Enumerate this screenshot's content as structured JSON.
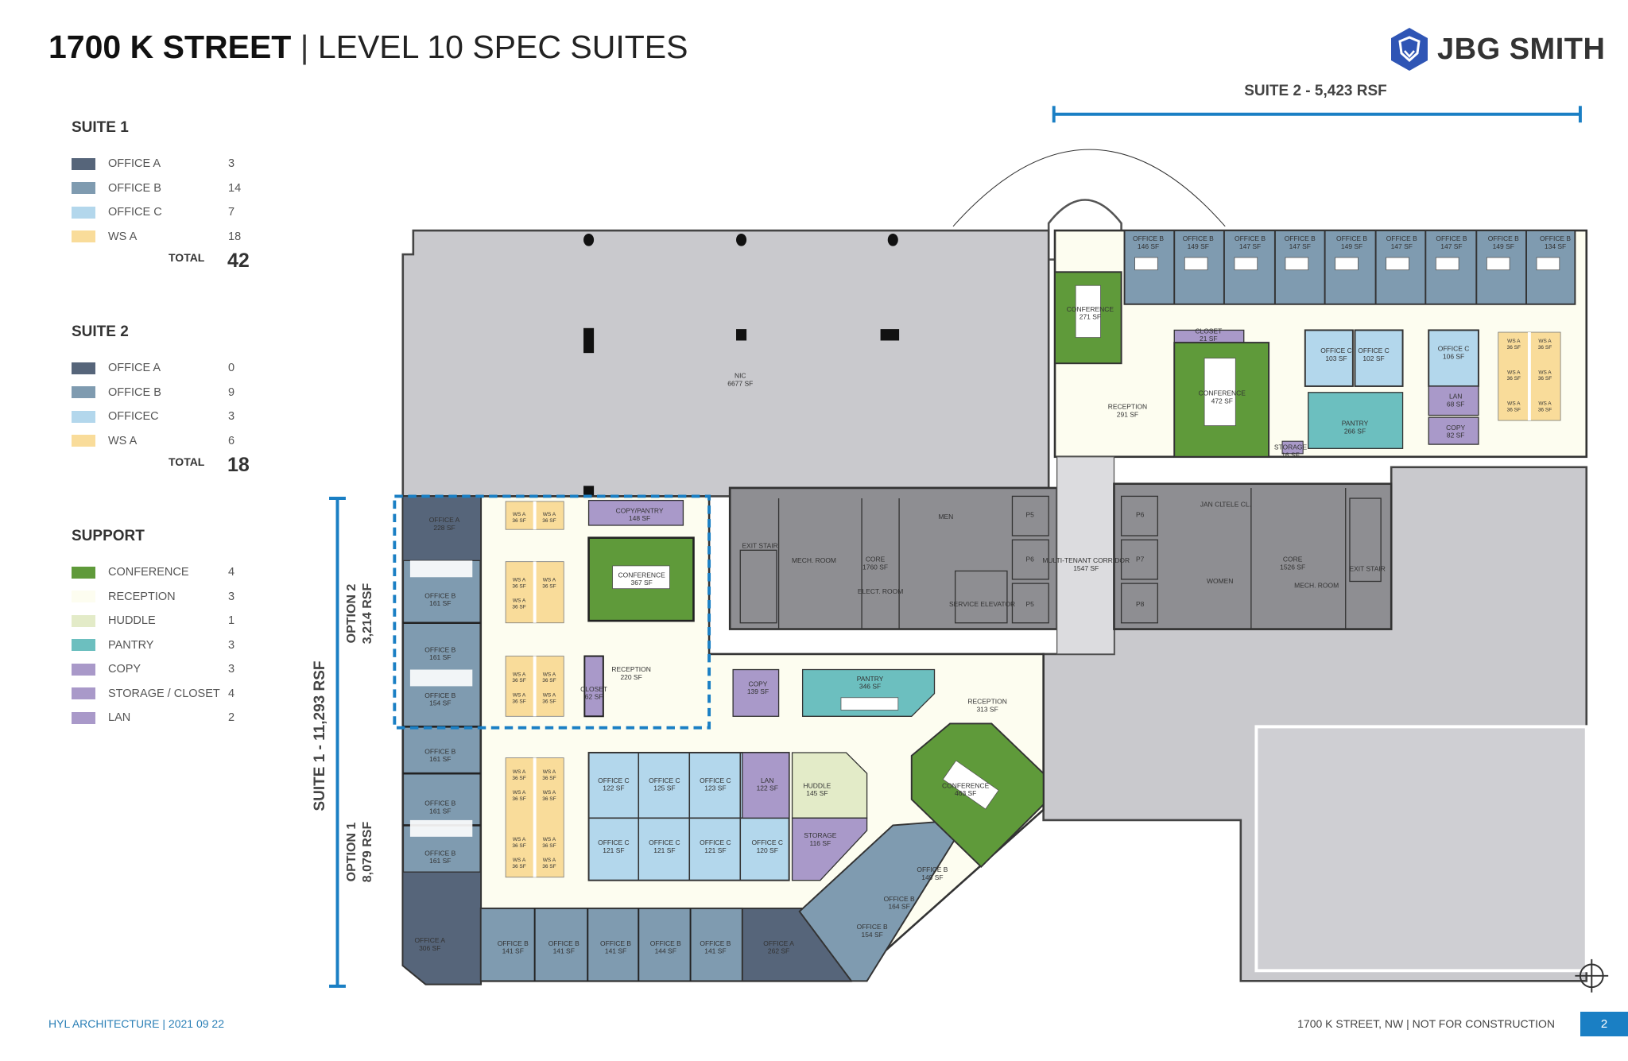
{
  "header": {
    "title_bold": "1700 K STREET",
    "separator": "|",
    "title_light": "LEVEL 10 SPEC SUITES"
  },
  "logo": {
    "text": "JBG SMITH",
    "color": "#2f55b5"
  },
  "dimensions": {
    "suite2": "SUITE 2 - 5,423 RSF",
    "suite1": "SUITE 1 - 11,293 RSF",
    "option2_title": "OPTION 2",
    "option2_area": "3,214 RSF",
    "option1_title": "OPTION 1",
    "option1_area": "8,079 RSF"
  },
  "legend": {
    "suite1": {
      "title": "SUITE 1",
      "items": [
        {
          "label": "OFFICE A",
          "value": "3",
          "color": "#56657a"
        },
        {
          "label": "OFFICE B",
          "value": "14",
          "color": "#7f9bb0"
        },
        {
          "label": "OFFICE C",
          "value": "7",
          "color": "#b3d7ec"
        },
        {
          "label": "WS A",
          "value": "18",
          "color": "#f9dc9a"
        }
      ],
      "total_label": "TOTAL",
      "total": "42"
    },
    "suite2": {
      "title": "SUITE 2",
      "items": [
        {
          "label": "OFFICE A",
          "value": "0",
          "color": "#56657a"
        },
        {
          "label": "OFFICE B",
          "value": "9",
          "color": "#7f9bb0"
        },
        {
          "label": "OFFICEC",
          "value": "3",
          "color": "#b3d7ec"
        },
        {
          "label": "WS A",
          "value": "6",
          "color": "#f9dc9a"
        }
      ],
      "total_label": "TOTAL",
      "total": "18"
    },
    "support": {
      "title": "SUPPORT",
      "items": [
        {
          "label": "CONFERENCE",
          "value": "4",
          "color": "#5f9a3a"
        },
        {
          "label": "RECEPTION",
          "value": "3",
          "color": "#fdfdf0"
        },
        {
          "label": "HUDDLE",
          "value": "1",
          "color": "#e3ebc8"
        },
        {
          "label": "PANTRY",
          "value": "3",
          "color": "#6cbfbf"
        },
        {
          "label": "COPY",
          "value": "3",
          "color": "#a999c9"
        },
        {
          "label": "STORAGE / CLOSET",
          "value": "4",
          "color": "#a999c9"
        },
        {
          "label": "LAN",
          "value": "2",
          "color": "#a999c9"
        }
      ]
    }
  },
  "plan": {
    "rooms": [
      {
        "name": "OFFICE B",
        "area": "146 SF"
      },
      {
        "name": "OFFICE B",
        "area": "149 SF"
      },
      {
        "name": "OFFICE B",
        "area": "147 SF"
      },
      {
        "name": "OFFICE B",
        "area": "147 SF"
      },
      {
        "name": "OFFICE B",
        "area": "149 SF"
      },
      {
        "name": "OFFICE B",
        "area": "147 SF"
      },
      {
        "name": "OFFICE B",
        "area": "147 SF"
      },
      {
        "name": "OFFICE B",
        "area": "149 SF"
      },
      {
        "name": "OFFICE B",
        "area": "134 SF"
      },
      {
        "name": "CONFERENCE",
        "area": "271 SF"
      },
      {
        "name": "CLOSET",
        "area": "21 SF"
      },
      {
        "name": "CONFERENCE",
        "area": "472 SF"
      },
      {
        "name": "OFFICE C",
        "area": "103 SF"
      },
      {
        "name": "OFFICE C",
        "area": "102 SF"
      },
      {
        "name": "OFFICE C",
        "area": "106 SF"
      },
      {
        "name": "PANTRY",
        "area": "266 SF"
      },
      {
        "name": "LAN",
        "area": "68 SF"
      },
      {
        "name": "COPY",
        "area": "82 SF"
      },
      {
        "name": "RECEPTION",
        "area": "291 SF"
      },
      {
        "name": "STORAGE",
        "area": "16 SF"
      },
      {
        "name": "NIC",
        "area": "6677 SF"
      },
      {
        "name": "EXIT STAIR",
        "area": ""
      },
      {
        "name": "MECH. ROOM",
        "area": ""
      },
      {
        "name": "CORE",
        "area": "1760 SF"
      },
      {
        "name": "ELECT. ROOM",
        "area": ""
      },
      {
        "name": "MEN",
        "area": ""
      },
      {
        "name": "SERVICE ELEVATOR",
        "area": ""
      },
      {
        "name": "P5",
        "area": ""
      },
      {
        "name": "P6",
        "area": ""
      },
      {
        "name": "P5",
        "area": ""
      },
      {
        "name": "MULTI-TENANT CORRIDOR",
        "area": "1547 SF"
      },
      {
        "name": "P6",
        "area": ""
      },
      {
        "name": "P7",
        "area": ""
      },
      {
        "name": "P8",
        "area": ""
      },
      {
        "name": "JAN CL.",
        "area": ""
      },
      {
        "name": "TELE CL.",
        "area": ""
      },
      {
        "name": "WOMEN",
        "area": ""
      },
      {
        "name": "CORE",
        "area": "1526 SF"
      },
      {
        "name": "MECH. ROOM",
        "area": ""
      },
      {
        "name": "EXIT STAIR",
        "area": ""
      },
      {
        "name": "OFFICE A",
        "area": "228 SF"
      },
      {
        "name": "OFFICE B",
        "area": "161 SF"
      },
      {
        "name": "OFFICE B",
        "area": "161 SF"
      },
      {
        "name": "OFFICE B",
        "area": "154 SF"
      },
      {
        "name": "OFFICE B",
        "area": "161 SF"
      },
      {
        "name": "OFFICE B",
        "area": "161 SF"
      },
      {
        "name": "OFFICE B",
        "area": "161 SF"
      },
      {
        "name": "OFFICE A",
        "area": "306 SF"
      },
      {
        "name": "COPY/PANTRY",
        "area": "148 SF"
      },
      {
        "name": "CONFERENCE",
        "area": "367 SF"
      },
      {
        "name": "RECEPTION",
        "area": "220 SF"
      },
      {
        "name": "CLOSET",
        "area": "62 SF"
      },
      {
        "name": "COPY",
        "area": "139 SF"
      },
      {
        "name": "PANTRY",
        "area": "346 SF"
      },
      {
        "name": "RECEPTION",
        "area": "313 SF"
      },
      {
        "name": "OFFICE C",
        "area": "122 SF"
      },
      {
        "name": "OFFICE C",
        "area": "125 SF"
      },
      {
        "name": "OFFICE C",
        "area": "123 SF"
      },
      {
        "name": "LAN",
        "area": "122 SF"
      },
      {
        "name": "HUDDLE",
        "area": "145 SF"
      },
      {
        "name": "OFFICE C",
        "area": "121 SF"
      },
      {
        "name": "OFFICE C",
        "area": "121 SF"
      },
      {
        "name": "OFFICE C",
        "area": "121 SF"
      },
      {
        "name": "OFFICE C",
        "area": "120 SF"
      },
      {
        "name": "STORAGE",
        "area": "116 SF"
      },
      {
        "name": "CONFERENCE",
        "area": "463 SF"
      },
      {
        "name": "OFFICE B",
        "area": "149 SF"
      },
      {
        "name": "OFFICE B",
        "area": "164 SF"
      },
      {
        "name": "OFFICE B",
        "area": "154 SF"
      },
      {
        "name": "OFFICE A",
        "area": "262 SF"
      },
      {
        "name": "OFFICE B",
        "area": "141 SF"
      },
      {
        "name": "OFFICE B",
        "area": "141 SF"
      },
      {
        "name": "OFFICE B",
        "area": "141 SF"
      },
      {
        "name": "OFFICE B",
        "area": "144 SF"
      },
      {
        "name": "OFFICE B",
        "area": "141 SF"
      }
    ],
    "workstation_label": "WS A",
    "workstation_area": "36 SF"
  },
  "footer": {
    "left": "HYL ARCHITECTURE  |  2021 09 22",
    "right": "1700 K STREET, NW  |  NOT FOR CONSTRUCTION",
    "page": "2"
  },
  "colors": {
    "accent": "#1a7fc4",
    "nic": "#c9c9cd",
    "core": "#8e8e92"
  }
}
